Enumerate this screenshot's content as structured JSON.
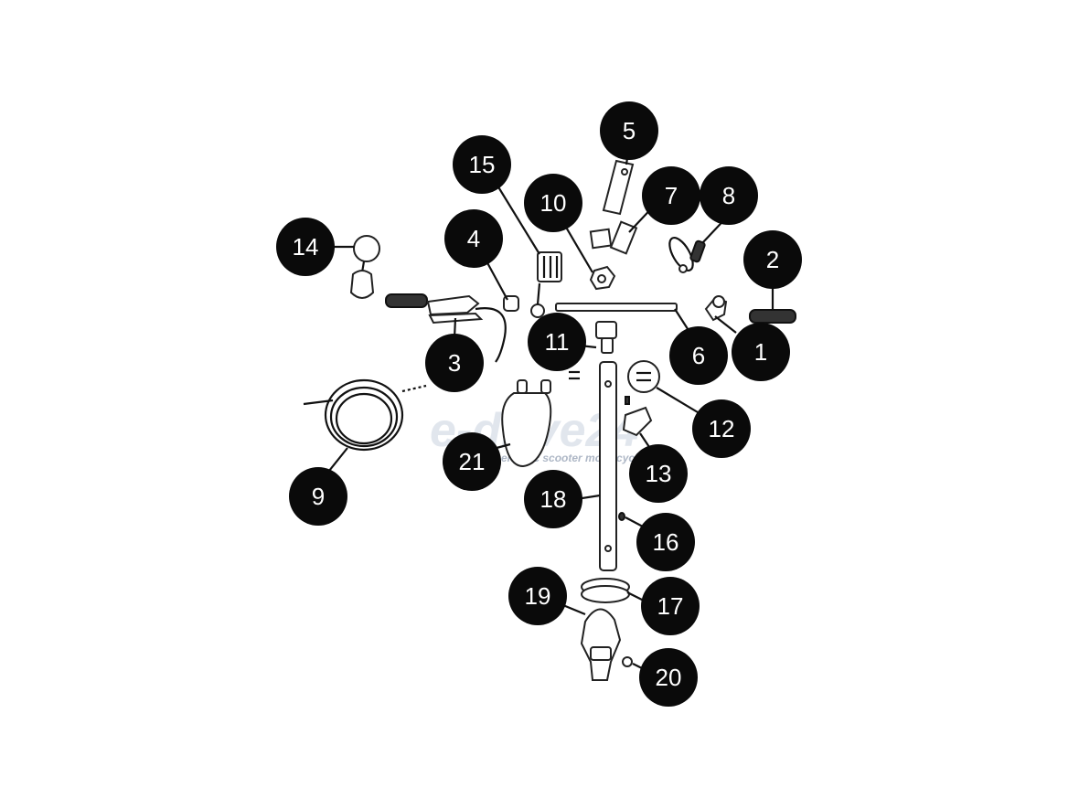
{
  "watermark": {
    "brand": "e-drive24",
    "tagline": "electric scooter motorcycle"
  },
  "callouts": [
    {
      "id": "1",
      "label": "1"
    },
    {
      "id": "2",
      "label": "2"
    },
    {
      "id": "3",
      "label": "3"
    },
    {
      "id": "4",
      "label": "4"
    },
    {
      "id": "5",
      "label": "5"
    },
    {
      "id": "6",
      "label": "6"
    },
    {
      "id": "7",
      "label": "7"
    },
    {
      "id": "8",
      "label": "8"
    },
    {
      "id": "9",
      "label": "9"
    },
    {
      "id": "10",
      "label": "10"
    },
    {
      "id": "11",
      "label": "11"
    },
    {
      "id": "12",
      "label": "12"
    },
    {
      "id": "13",
      "label": "13"
    },
    {
      "id": "14",
      "label": "14"
    },
    {
      "id": "15",
      "label": "15"
    },
    {
      "id": "16",
      "label": "16"
    },
    {
      "id": "17",
      "label": "17"
    },
    {
      "id": "18",
      "label": "18"
    },
    {
      "id": "19",
      "label": "19"
    },
    {
      "id": "20",
      "label": "20"
    },
    {
      "id": "21",
      "label": "21"
    }
  ],
  "colors": {
    "callout_fill": "#0a0a0a",
    "callout_text": "#ffffff",
    "line_art": "#222222",
    "background": "#ffffff"
  }
}
